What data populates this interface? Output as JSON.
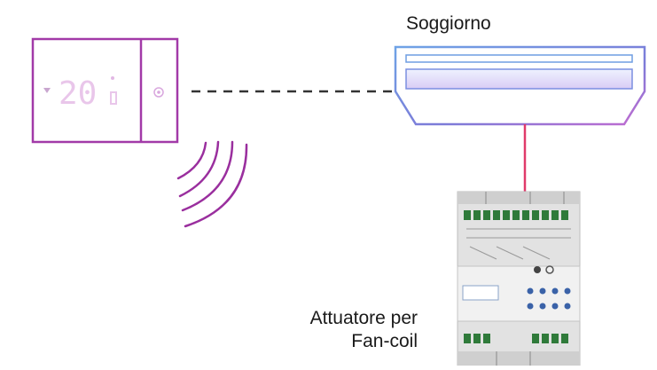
{
  "diagram": {
    "room_label": "Soggiorno",
    "actuator_label_line1": "Attuatore per",
    "actuator_label_line2": "Fan-coil",
    "thermostat": {
      "display_value": "20",
      "frame_color": "#a23aa8",
      "digit_color": "#e9c6ea"
    },
    "fan_coil": {
      "outline_color": "#5c8fd6",
      "accent_color": "#c9b4ec"
    },
    "link_color": "#e03a6a",
    "wire_color": "#333333",
    "wave_color": "#9a2f9e",
    "actuator": {
      "body_color": "#d9d9d9",
      "terminal_color": "#2f7a3a"
    }
  }
}
